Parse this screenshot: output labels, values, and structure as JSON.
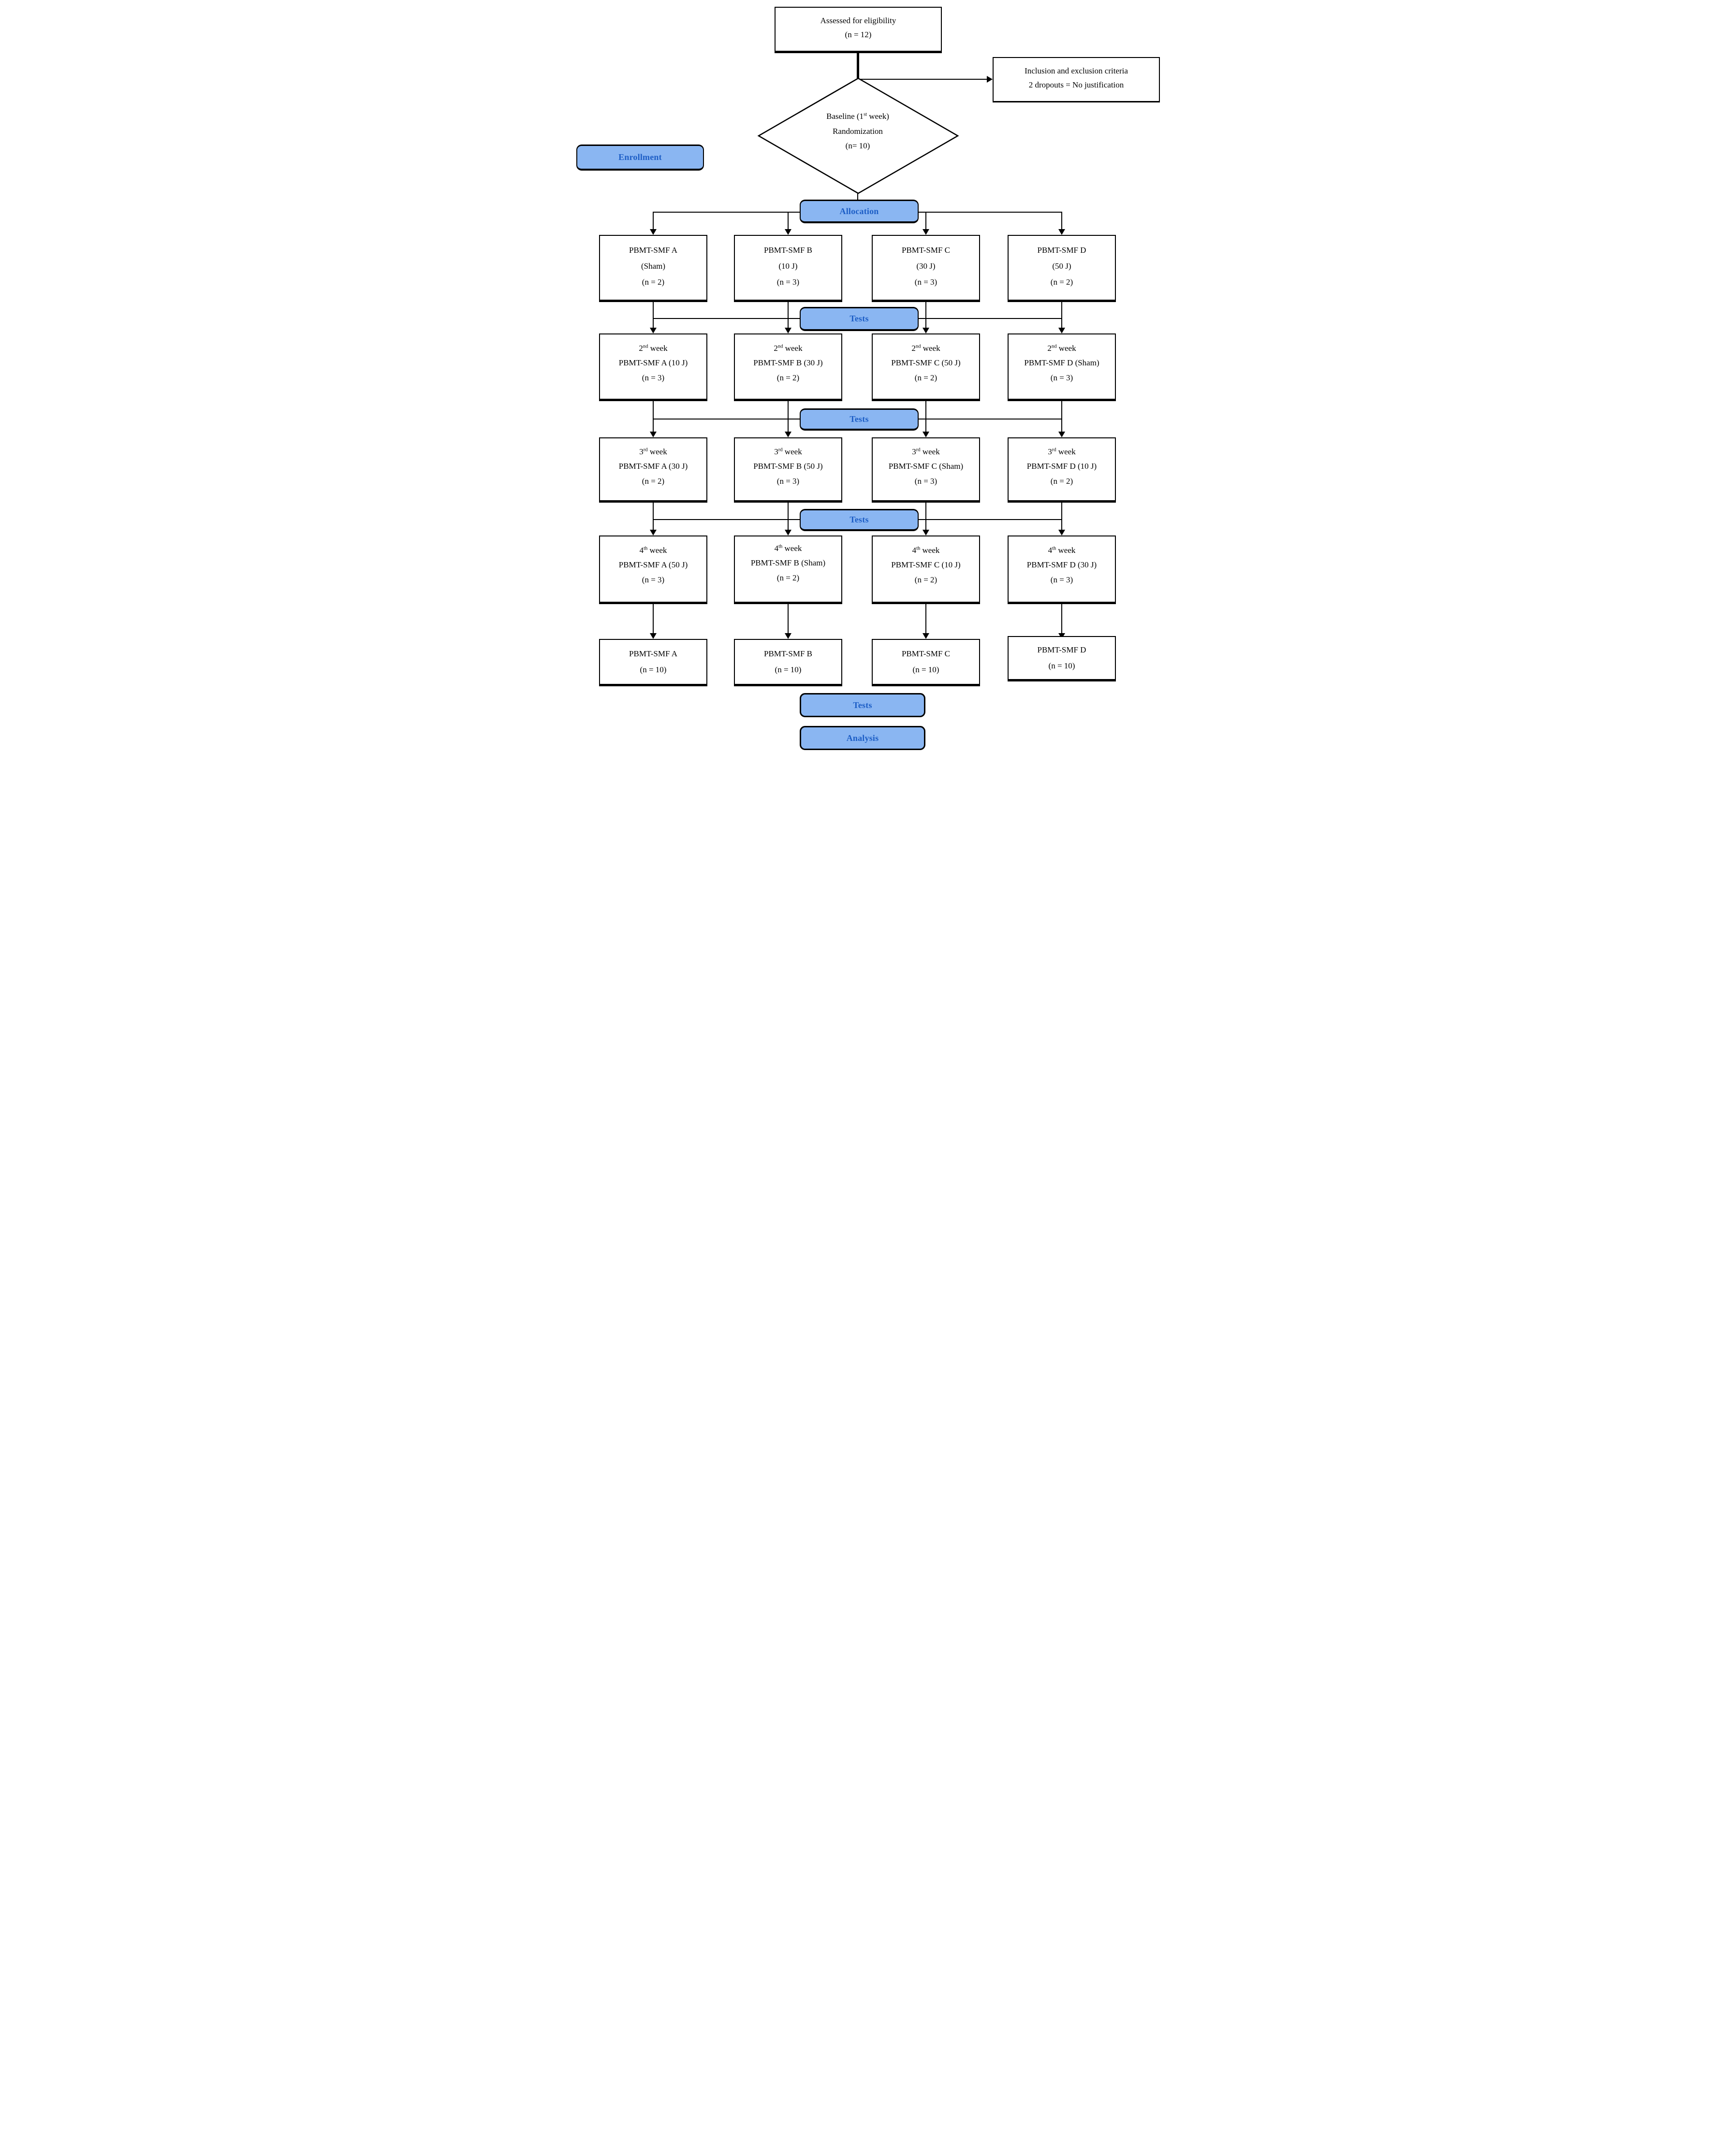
{
  "colors": {
    "pill_fill": "#8ab6f2",
    "pill_text": "#1d5ec6",
    "line_color": "#000000",
    "box_border": "#000000",
    "background": "#ffffff"
  },
  "labels": {
    "enrollment": "Enrollment",
    "allocation": "Allocation",
    "tests": "Tests",
    "analysis": "Analysis"
  },
  "top": {
    "assessed": {
      "l1": "Assessed for eligibility",
      "l2": "(n = 12)"
    },
    "exclusion": {
      "l1": "Inclusion and exclusion criteria",
      "l2": "2 dropouts = No justification"
    }
  },
  "diamond": {
    "l1_pre": "Baseline (1",
    "l1_sup": "st",
    "l1_post": " week)",
    "l2": "Randomization",
    "l3": "(n= 10)"
  },
  "rows": {
    "allocation": [
      {
        "group": "PBMT-SMF A",
        "dose": "(Sham)",
        "n": "(n = 2)"
      },
      {
        "group": "PBMT-SMF B",
        "dose": "(10 J)",
        "n": "(n = 3)"
      },
      {
        "group": "PBMT-SMF C",
        "dose": "(30 J)",
        "n": "(n = 3)"
      },
      {
        "group": "PBMT-SMF D",
        "dose": "(50 J)",
        "n": "(n = 2)"
      }
    ],
    "week2": [
      {
        "num": "2",
        "sup": "nd",
        "rest": " week",
        "treatment": "PBMT-SMF A (10 J)",
        "n": "(n = 3)"
      },
      {
        "num": "2",
        "sup": "nd",
        "rest": " week",
        "treatment": "PBMT-SMF B (30 J)",
        "n": "(n = 2)"
      },
      {
        "num": "2",
        "sup": "nd",
        "rest": " week",
        "treatment": "PBMT-SMF C (50 J)",
        "n": "(n = 2)"
      },
      {
        "num": "2",
        "sup": "nd",
        "rest": " week",
        "treatment": "PBMT-SMF D (Sham)",
        "n": "(n = 3)"
      }
    ],
    "week3": [
      {
        "num": "3",
        "sup": "rd",
        "rest": " week",
        "treatment": "PBMT-SMF A (30 J)",
        "n": "(n = 2)"
      },
      {
        "num": "3",
        "sup": "rd",
        "rest": " week",
        "treatment": "PBMT-SMF B (50 J)",
        "n": "(n = 3)"
      },
      {
        "num": "3",
        "sup": "rd",
        "rest": " week",
        "treatment": "PBMT-SMF C (Sham)",
        "n": "(n = 3)"
      },
      {
        "num": "3",
        "sup": "rd",
        "rest": " week",
        "treatment": "PBMT-SMF D (10 J)",
        "n": "(n = 2)"
      }
    ],
    "week4": [
      {
        "num": "4",
        "sup": "th",
        "rest": " week",
        "treatment": "PBMT-SMF A (50 J)",
        "n": "(n = 3)"
      },
      {
        "num": "4",
        "sup": "th",
        "rest": " week",
        "treatment": "PBMT-SMF B (Sham)",
        "n": "(n = 2)"
      },
      {
        "num": "4",
        "sup": "th",
        "rest": " week",
        "treatment": "PBMT-SMF C (10 J)",
        "n": "(n = 2)"
      },
      {
        "num": "4",
        "sup": "th",
        "rest": " week",
        "treatment": "PBMT-SMF D (30 J)",
        "n": "(n = 3)"
      }
    ],
    "final": [
      {
        "group": "PBMT-SMF A",
        "n": "(n = 10)"
      },
      {
        "group": "PBMT-SMF B",
        "n": "(n = 10)"
      },
      {
        "group": "PBMT-SMF C",
        "n": "(n = 10)"
      },
      {
        "group": "PBMT-SMF D",
        "n": "(n = 10)"
      }
    ]
  }
}
